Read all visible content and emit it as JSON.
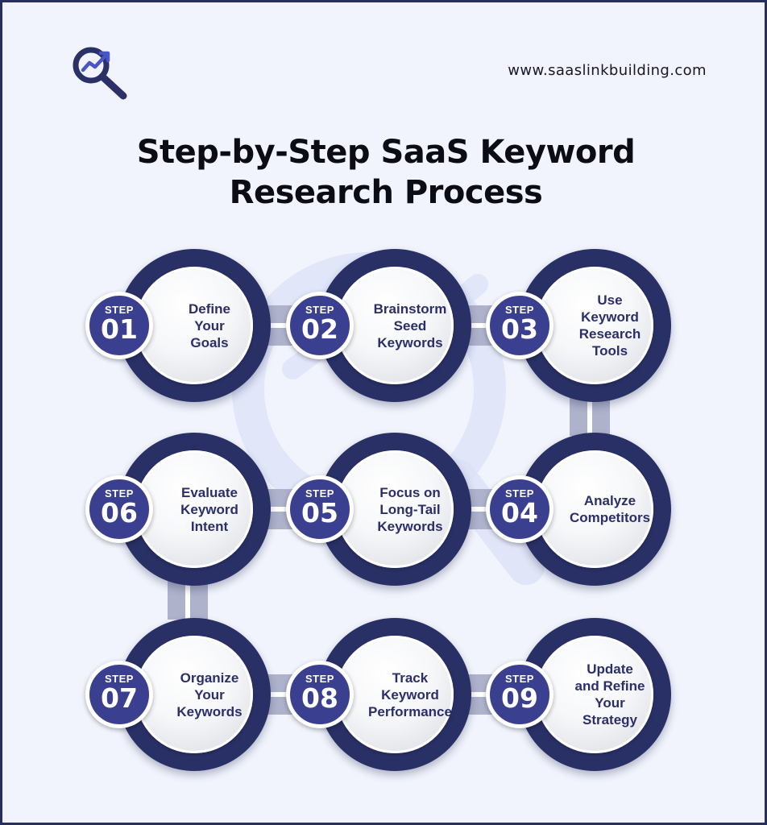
{
  "header": {
    "logo_icon": "magnifier-trend-icon",
    "website": "www.saaslinkbuilding.com",
    "title_line1": "Step-by-Step SaaS Keyword",
    "title_line2": "Research Process"
  },
  "colors": {
    "background": "#f1f4fc",
    "border": "#272f5e",
    "ring": "#293066",
    "badge": "#3b3f8f",
    "label": "#2a2f6a",
    "connector": "#aeb2cb",
    "watermark": "#dde2f7"
  },
  "steps": [
    {
      "word": "STEP",
      "number": "01",
      "label": "Define\nYour\nGoals"
    },
    {
      "word": "STEP",
      "number": "02",
      "label": "Brainstorm\nSeed\nKeywords"
    },
    {
      "word": "STEP",
      "number": "03",
      "label": "Use\nKeyword\nResearch\nTools"
    },
    {
      "word": "STEP",
      "number": "04",
      "label": "Analyze\nCompetitors"
    },
    {
      "word": "STEP",
      "number": "05",
      "label": "Focus on\nLong-Tail\nKeywords"
    },
    {
      "word": "STEP",
      "number": "06",
      "label": "Evaluate\nKeyword\nIntent"
    },
    {
      "word": "STEP",
      "number": "07",
      "label": "Organize\nYour\nKeywords"
    },
    {
      "word": "STEP",
      "number": "08",
      "label": "Track\nKeyword\nPerformance"
    },
    {
      "word": "STEP",
      "number": "09",
      "label": "Update\nand Refine\nYour\nStrategy"
    }
  ]
}
